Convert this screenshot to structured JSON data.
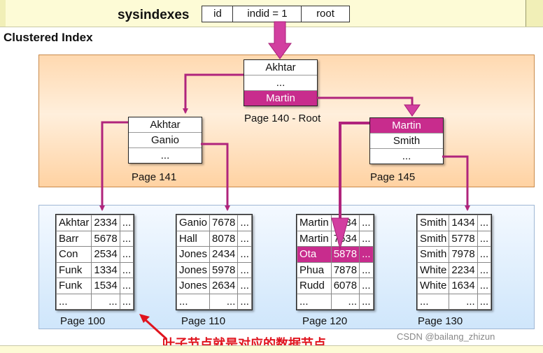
{
  "sysindexes": {
    "title": "sysindexes",
    "cells": [
      "id",
      "indid = 1",
      "root"
    ]
  },
  "section_title": "Clustered Index",
  "root_page": {
    "rows": [
      "Akhtar",
      "...",
      "Martin"
    ],
    "caption": "Page 140 - Root"
  },
  "page141": {
    "rows": [
      "Akhtar",
      "Ganio",
      "..."
    ],
    "caption": "Page 141"
  },
  "page145": {
    "rows": [
      "Martin",
      "Smith",
      "..."
    ],
    "caption": "Page 145"
  },
  "leaf100": {
    "caption": "Page 100",
    "rows": [
      [
        "Akhtar",
        "2334",
        "..."
      ],
      [
        "Barr",
        "5678",
        "..."
      ],
      [
        "Con",
        "2534",
        "..."
      ],
      [
        "Funk",
        "1334",
        "..."
      ],
      [
        "Funk",
        "1534",
        "..."
      ],
      [
        "...",
        "...",
        "..."
      ]
    ]
  },
  "leaf110": {
    "caption": "Page 110",
    "rows": [
      [
        "Ganio",
        "7678",
        "..."
      ],
      [
        "Hall",
        "8078",
        "..."
      ],
      [
        "Jones",
        "2434",
        "..."
      ],
      [
        "Jones",
        "5978",
        "..."
      ],
      [
        "Jones",
        "2634",
        "..."
      ],
      [
        "...",
        "...",
        "..."
      ]
    ]
  },
  "leaf120": {
    "caption": "Page 120",
    "rows": [
      [
        "Martin",
        "1234",
        "..."
      ],
      [
        "Martin",
        "7634",
        "..."
      ],
      [
        "Ota",
        "5878",
        "..."
      ],
      [
        "Phua",
        "7878",
        "..."
      ],
      [
        "Rudd",
        "6078",
        "..."
      ],
      [
        "...",
        "...",
        "..."
      ]
    ]
  },
  "leaf130": {
    "caption": "Page 130",
    "rows": [
      [
        "Smith",
        "1434",
        "..."
      ],
      [
        "Smith",
        "5778",
        "..."
      ],
      [
        "Smith",
        "7978",
        "..."
      ],
      [
        "White",
        "2234",
        "..."
      ],
      [
        "White",
        "1634",
        "..."
      ],
      [
        "...",
        "...",
        "..."
      ]
    ]
  },
  "annotation": "叶子节点就是对应的数据节点",
  "watermark": "CSDN @bailang_zhizun",
  "colors": {
    "highlight": "#c82c8d",
    "arrow": "#d23fa0",
    "note": "#e0141e"
  }
}
